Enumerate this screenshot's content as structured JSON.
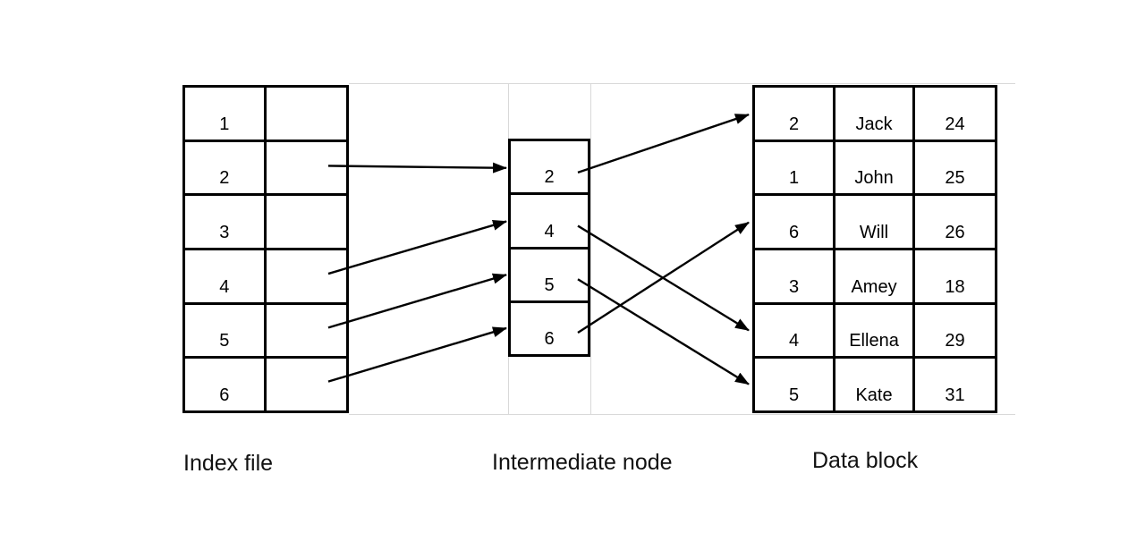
{
  "labels": {
    "index_file": "Index file",
    "intermediate_node": "Intermediate node",
    "data_block": "Data block"
  },
  "index_file": {
    "keys": [
      "1",
      "2",
      "3",
      "4",
      "5",
      "6"
    ]
  },
  "intermediate_node": {
    "keys": [
      "2",
      "4",
      "5",
      "6"
    ]
  },
  "data_block": {
    "rows": [
      {
        "id": "2",
        "name": "Jack",
        "age": "24"
      },
      {
        "id": "1",
        "name": "John",
        "age": "25"
      },
      {
        "id": "6",
        "name": "Will",
        "age": "26"
      },
      {
        "id": "3",
        "name": "Amey",
        "age": "18"
      },
      {
        "id": "4",
        "name": "Ellena",
        "age": "29"
      },
      {
        "id": "5",
        "name": "Kate",
        "age": "31"
      }
    ]
  },
  "arrows": {
    "index_to_intermediate": [
      {
        "from": "2",
        "to": "2"
      },
      {
        "from": "4",
        "to": "4"
      },
      {
        "from": "5",
        "to": "5"
      },
      {
        "from": "6",
        "to": "6"
      }
    ],
    "intermediate_to_data": [
      {
        "from": "2",
        "to": "2"
      },
      {
        "from": "4",
        "to": "4"
      },
      {
        "from": "5",
        "to": "5"
      },
      {
        "from": "6",
        "to": "6"
      }
    ]
  },
  "colors": {
    "line": "#000000",
    "faint_grid": "#d9d9d9",
    "text": "#000000"
  }
}
